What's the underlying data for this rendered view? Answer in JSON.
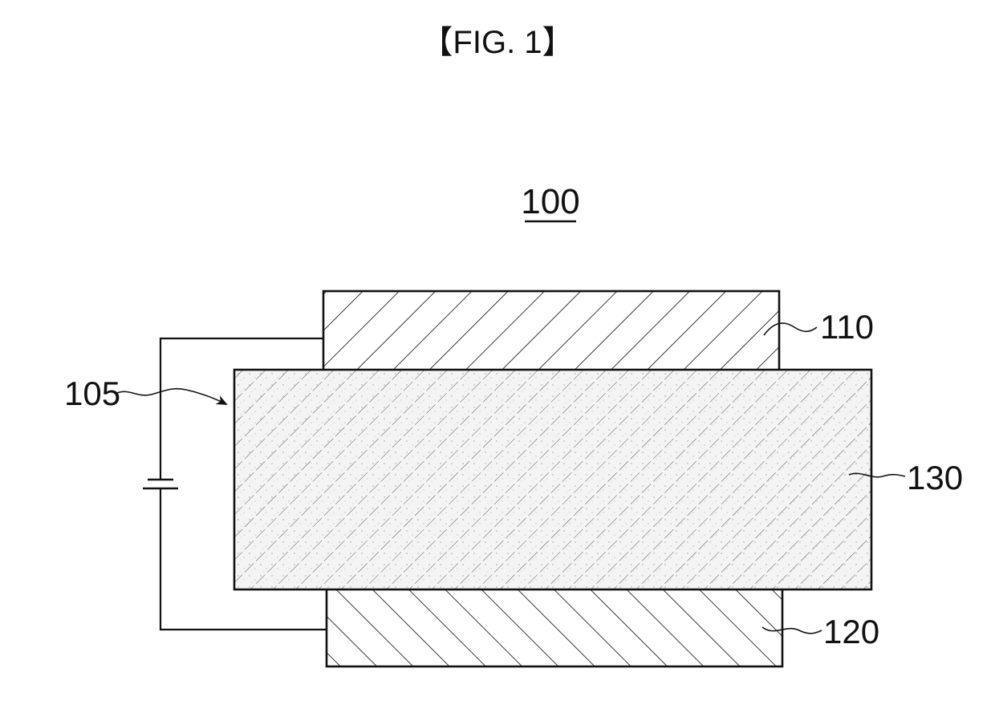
{
  "figure": {
    "title": "【FIG. 1】",
    "device_label": "100"
  },
  "labels": {
    "upper_electrode": "110",
    "lower_electrode": "120",
    "layer": "130",
    "surface": "105"
  }
}
